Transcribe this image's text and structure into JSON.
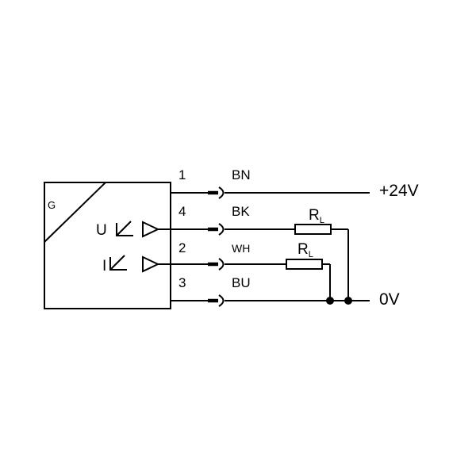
{
  "diagram": {
    "sensor_label": "G",
    "output_voltage_label": "U",
    "output_current_label": "I",
    "pins": [
      {
        "number": "1",
        "wire": "BN",
        "terminal": "+24V"
      },
      {
        "number": "4",
        "wire": "BK"
      },
      {
        "number": "2",
        "wire": "WH"
      },
      {
        "number": "3",
        "wire": "BU",
        "terminal": "0V"
      }
    ],
    "load_resistor": {
      "symbol": "R",
      "subscript": "L"
    }
  },
  "colors": {
    "line": "#000000",
    "background": "#ffffff"
  }
}
